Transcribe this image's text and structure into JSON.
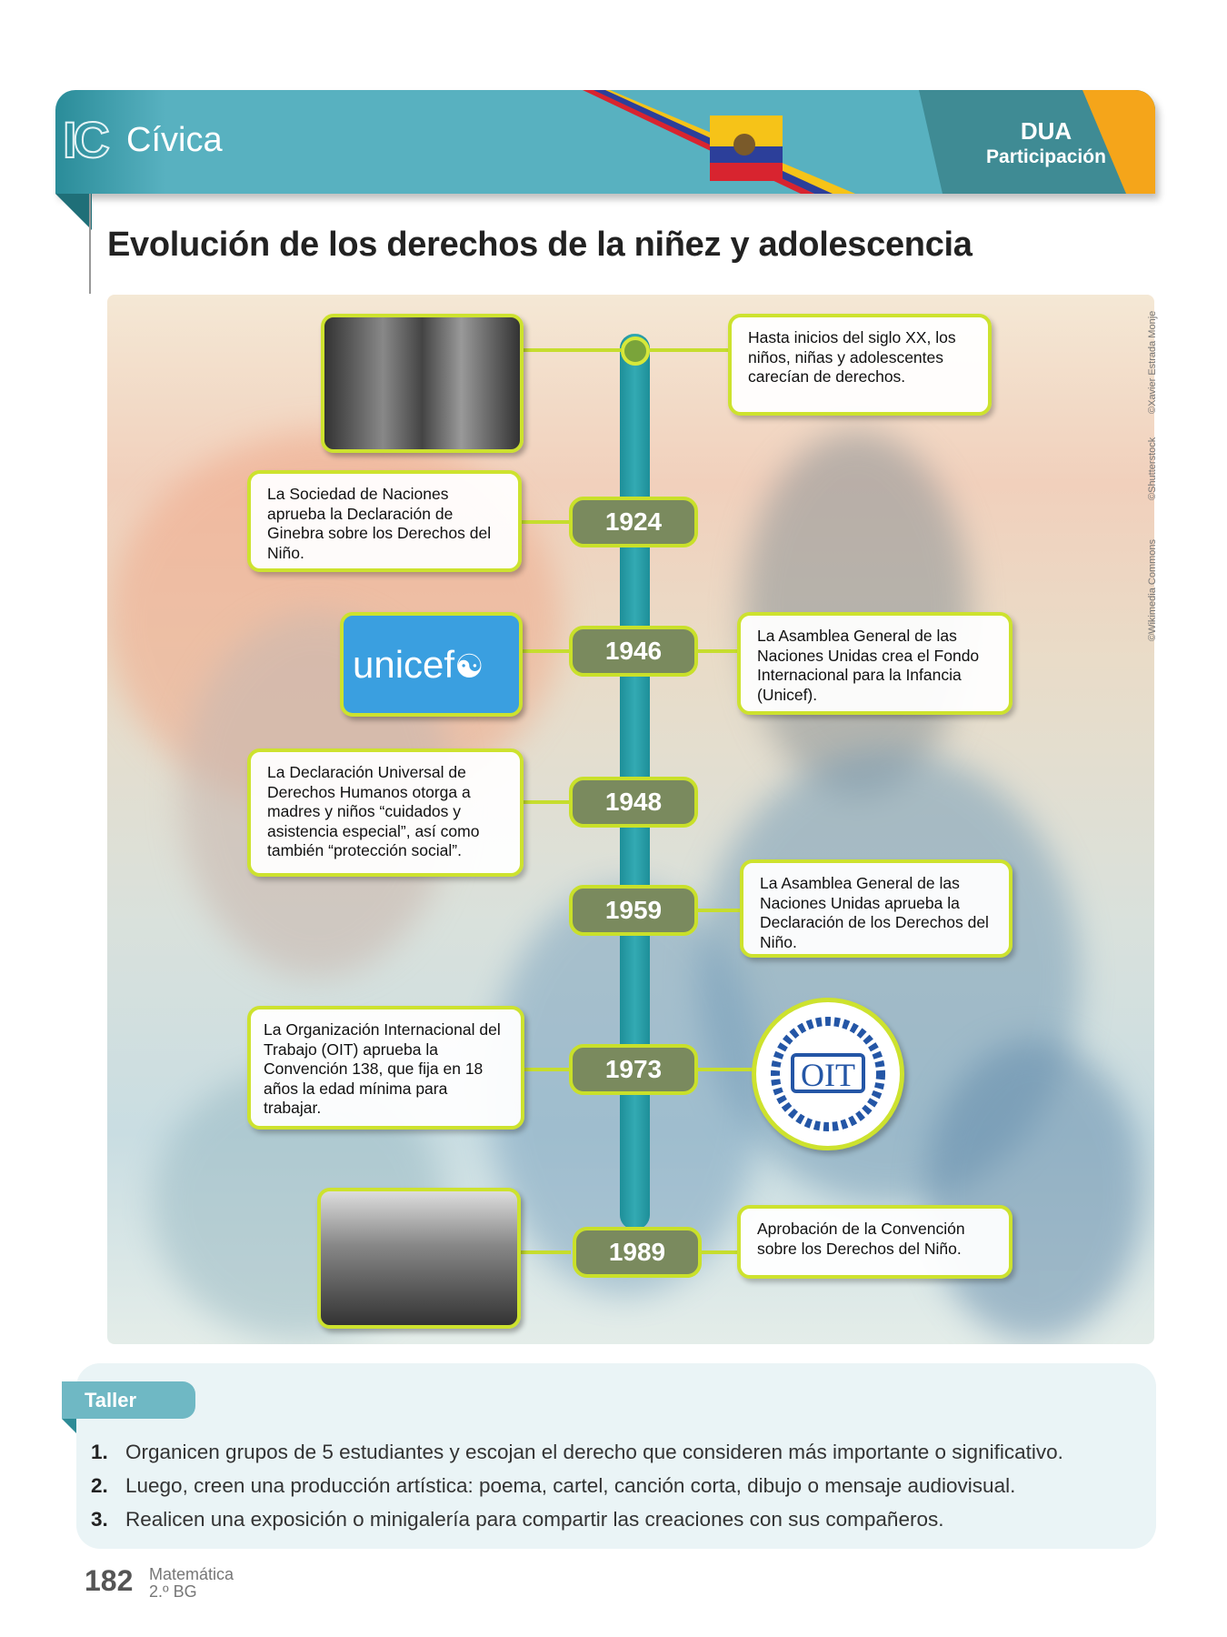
{
  "header": {
    "logo": "IC",
    "section": "Cívica",
    "badge_title": "DUA",
    "badge_subtitle": "Participación"
  },
  "title": "Evolución de los derechos de la niñez y adolescencia",
  "credits": [
    "©Xavier Estrada Monje",
    "©Shutterstock",
    "©Wikimedia Commons"
  ],
  "timeline": {
    "intro": "Hasta inicios del siglo XX, los niños, niñas y adolescentes carecían de derechos.",
    "events": [
      {
        "year": "1924",
        "text": "La Sociedad de Naciones aprueba la Declaración de Ginebra sobre los Derechos del Niño."
      },
      {
        "year": "1946",
        "text": "La Asamblea General de las Naciones Unidas crea el Fondo Internacional para la Infancia (Unicef)."
      },
      {
        "year": "1948",
        "text": "La Declaración Universal de Derechos Humanos otorga a madres y niños “cuidados y asistencia especial”, así como también “protección social”."
      },
      {
        "year": "1959",
        "text": "La Asamblea General de las Naciones Unidas aprueba la Declaración de los Derechos del Niño."
      },
      {
        "year": "1973",
        "text": "La Organización Internacional del Trabajo (OIT) aprueba la Convención 138, que fija en 18 años la edad mínima para trabajar."
      },
      {
        "year": "1989",
        "text": "Aprobación de la Convención sobre los Derechos del Niño."
      }
    ],
    "unicef_logo": "unicef",
    "oit_logo": "OIT"
  },
  "taller": {
    "label": "Taller",
    "items": [
      {
        "num": "1.",
        "text": "Organicen grupos de 5 estudiantes y escojan el derecho que consideren más importante o significativo."
      },
      {
        "num": "2.",
        "text": "Luego, creen una producción artística: poema, cartel, canción corta, dibujo o mensaje audiovisual."
      },
      {
        "num": "3.",
        "text": "Realicen una exposición o minigalería para compartir las creaciones con sus compañeros."
      }
    ]
  },
  "footer": {
    "page": "182",
    "subject": "Matemática",
    "grade": "2.º BG"
  },
  "colors": {
    "teal": "#58b1c0",
    "lime": "#cde22e",
    "olive": "#7a8a5e",
    "orange": "#f5a51a"
  }
}
